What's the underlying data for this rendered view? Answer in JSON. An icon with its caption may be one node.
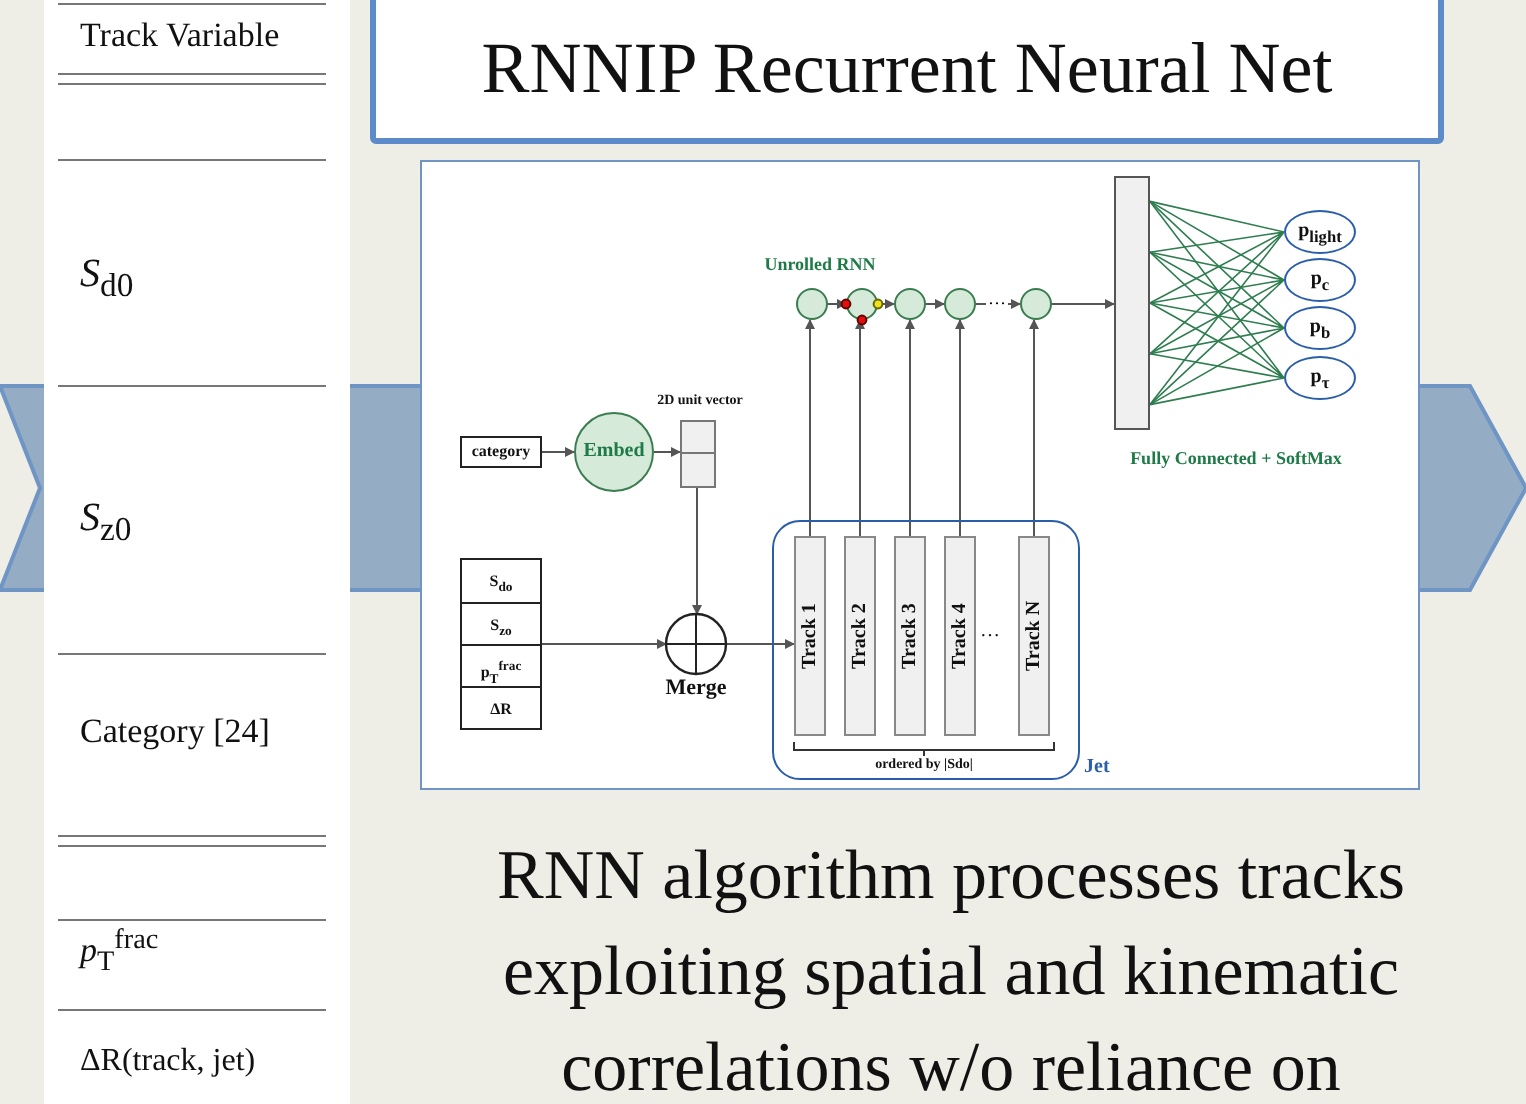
{
  "diagram": {
    "title": "RNNIP Recurrent Neural Net",
    "caption": "RNN algorithm processes tracks exploiting spatial and kinematic correlations w/o reliance on",
    "nodes": [
      {
        "text": [
          "category"
        ]
      },
      {
        "text": [
          "Embed"
        ]
      },
      {
        "text": [
          "2D unit vector"
        ]
      },
      {
        "text": [
          "S$_{do}$",
          "S$_{zo}$",
          "p$_{T}$$^{frac}$",
          "ΔR"
        ]
      },
      {
        "text": [
          "Merge"
        ]
      },
      {
        "text": [
          "Jet"
        ]
      },
      {
        "text": [
          "Track 1"
        ],
        "in": 5
      },
      {
        "text": [
          "Track 2"
        ],
        "in": 5
      },
      {
        "text": [
          "Track 3"
        ],
        "in": 5
      },
      {
        "text": [
          "Track 4"
        ],
        "in": 5
      },
      {
        "text": [
          "Track N"
        ],
        "in": 5
      },
      {
        "text": [],
        "shape": "circle"
      },
      {
        "text": [],
        "shape": "circle"
      },
      {
        "text": [],
        "shape": "circle"
      },
      {
        "text": [],
        "shape": "circle"
      },
      {
        "text": [],
        "shape": "circle"
      },
      {
        "text": [
          "Fully Connected + SoftMax"
        ]
      },
      {
        "text": [
          "p$_{light}$"
        ]
      },
      {
        "text": [
          "p$_{c}$"
        ]
      },
      {
        "text": [
          "p$_{b}$"
        ]
      },
      {
        "text": [
          "p$_{τ}$"
        ]
      }
    ],
    "edges": [
      {
        "from": 0,
        "to": 1,
        "arrow": "to"
      },
      {
        "from": 1,
        "to": 2,
        "arrow": "to"
      },
      {
        "from": 2,
        "to": 4,
        "arrow": "to"
      },
      {
        "from": 3,
        "to": 4,
        "arrow": "to"
      },
      {
        "from": 4,
        "to": 6,
        "arrow": "to"
      },
      {
        "from": 6,
        "to": 11,
        "arrow": "to"
      },
      {
        "from": 7,
        "to": 12,
        "arrow": "to"
      },
      {
        "from": 8,
        "to": 13,
        "arrow": "to"
      },
      {
        "from": 9,
        "to": 14,
        "arrow": "to"
      },
      {
        "from": 10,
        "to": 15,
        "arrow": "to"
      },
      {
        "from": 11,
        "to": 12,
        "arrow": "to"
      },
      {
        "from": 12,
        "to": 13,
        "arrow": "to"
      },
      {
        "from": 13,
        "to": 14,
        "arrow": "to"
      },
      {
        "from": 14,
        "to": 15,
        "arrow": "to",
        "label": "…"
      },
      {
        "from": 15,
        "to": 16,
        "arrow": "to"
      },
      {
        "from": 16,
        "to": 17,
        "arrow": "none",
        "color": "#2e7d4f"
      },
      {
        "from": 16,
        "to": 18,
        "arrow": "none",
        "color": "#2e7d4f"
      },
      {
        "from": 16,
        "to": 19,
        "arrow": "none",
        "color": "#2e7d4f"
      },
      {
        "from": 16,
        "to": 20,
        "arrow": "none",
        "color": "#2e7d4f"
      }
    ],
    "labels": [
      "Track Variable",
      "*S*$_{d0}$",
      "*S*$_{z0}$",
      "Category [24]",
      "*p*$_{T}$$^{frac}$",
      "ΔR(track, jet)",
      "Unrolled RNN",
      "…",
      "ordered by |Sdo|"
    ]
  }
}
